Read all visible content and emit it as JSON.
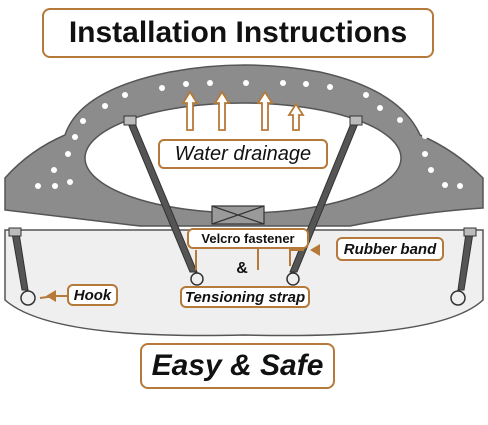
{
  "title": "Installation Instructions",
  "footer": "Easy & Safe",
  "labels": {
    "water_drainage": "Water drainage",
    "velcro_fastener": "Velcro fastener",
    "ampersand": "&",
    "tensioning_strap": "Tensioning strap",
    "rubber_band": "Rubber band",
    "hook": "Hook"
  },
  "colors": {
    "accent": "#b5793a",
    "cover": "#8c8c8c",
    "frame": "#eeeeee"
  }
}
